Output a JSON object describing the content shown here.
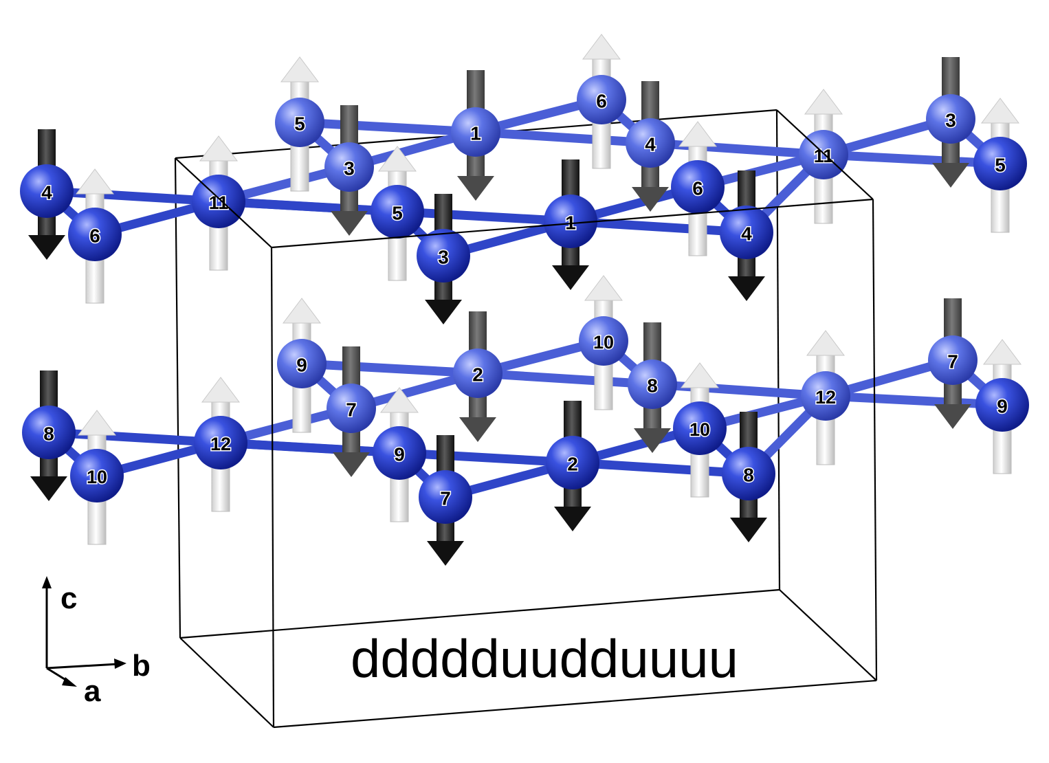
{
  "caption": "ddddduudduuuu",
  "axes": {
    "c": "c",
    "b": "b",
    "a": "a"
  },
  "colors": {
    "atom": "#2b3fd0",
    "bond": "#2f45c8",
    "spin_up": "#e8e8e8",
    "spin_down": "#2a2a2a",
    "cell_edge": "#000000"
  },
  "layers": [
    {
      "name": "upper",
      "atoms": [
        {
          "label": "4",
          "spin": "down",
          "depth": "front"
        },
        {
          "label": "6",
          "spin": "up",
          "depth": "front"
        },
        {
          "label": "11",
          "spin": "up",
          "depth": "front"
        },
        {
          "label": "5",
          "spin": "up",
          "depth": "back"
        },
        {
          "label": "3",
          "spin": "down",
          "depth": "back"
        },
        {
          "label": "5",
          "spin": "up",
          "depth": "front"
        },
        {
          "label": "3",
          "spin": "down",
          "depth": "front"
        },
        {
          "label": "1",
          "spin": "down",
          "depth": "back"
        },
        {
          "label": "1",
          "spin": "down",
          "depth": "front"
        },
        {
          "label": "6",
          "spin": "up",
          "depth": "back"
        },
        {
          "label": "4",
          "spin": "down",
          "depth": "back"
        },
        {
          "label": "6",
          "spin": "up",
          "depth": "front"
        },
        {
          "label": "4",
          "spin": "down",
          "depth": "front"
        },
        {
          "label": "11",
          "spin": "up",
          "depth": "back"
        },
        {
          "label": "3",
          "spin": "down",
          "depth": "back"
        },
        {
          "label": "5",
          "spin": "up",
          "depth": "front"
        }
      ]
    },
    {
      "name": "lower",
      "atoms": [
        {
          "label": "8",
          "spin": "down",
          "depth": "front"
        },
        {
          "label": "10",
          "spin": "up",
          "depth": "front"
        },
        {
          "label": "12",
          "spin": "up",
          "depth": "front"
        },
        {
          "label": "9",
          "spin": "up",
          "depth": "back"
        },
        {
          "label": "7",
          "spin": "down",
          "depth": "back"
        },
        {
          "label": "9",
          "spin": "up",
          "depth": "front"
        },
        {
          "label": "7",
          "spin": "down",
          "depth": "front"
        },
        {
          "label": "2",
          "spin": "down",
          "depth": "back"
        },
        {
          "label": "2",
          "spin": "down",
          "depth": "front"
        },
        {
          "label": "10",
          "spin": "up",
          "depth": "back"
        },
        {
          "label": "8",
          "spin": "down",
          "depth": "back"
        },
        {
          "label": "10",
          "spin": "up",
          "depth": "front"
        },
        {
          "label": "8",
          "spin": "down",
          "depth": "front"
        },
        {
          "label": "12",
          "spin": "up",
          "depth": "back"
        },
        {
          "label": "7",
          "spin": "down",
          "depth": "back"
        },
        {
          "label": "9",
          "spin": "up",
          "depth": "front"
        }
      ]
    }
  ]
}
